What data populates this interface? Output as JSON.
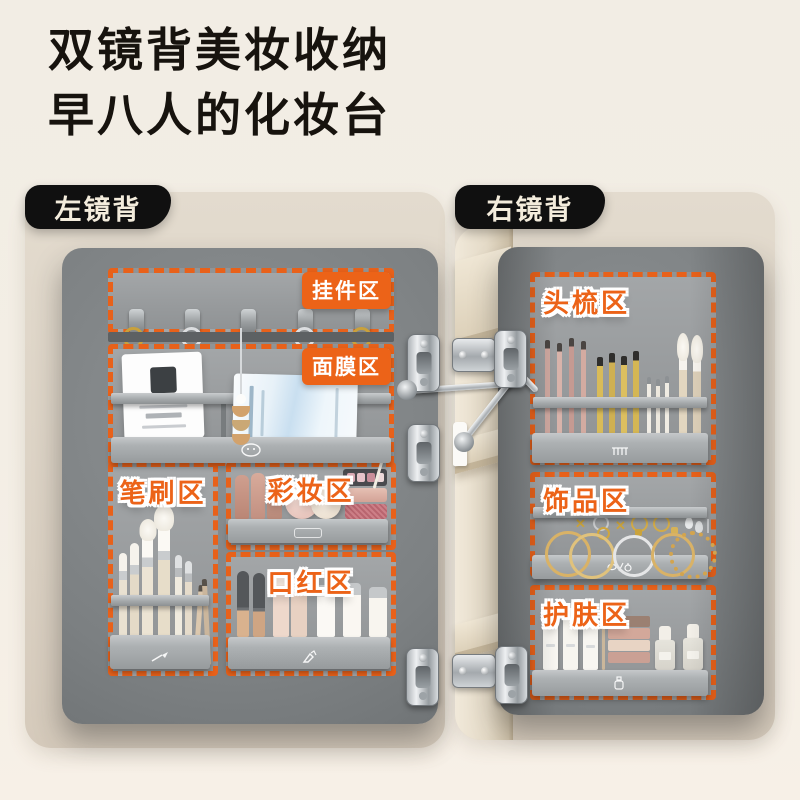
{
  "title": {
    "line1": "双镜背美妆收纳",
    "line2": "早八人的化妆台"
  },
  "left_panel": {
    "badge": "左镜背",
    "zones": {
      "hooks": {
        "label": "挂件区"
      },
      "mask": {
        "label": "面膜区"
      },
      "brush": {
        "label": "笔刷区"
      },
      "makeup": {
        "label": "彩妆区"
      },
      "lipstick": {
        "label": "口红区"
      }
    }
  },
  "right_panel": {
    "badge": "右镜背",
    "zones": {
      "comb": {
        "label": "头梳区"
      },
      "jewelry": {
        "label": "饰品区"
      },
      "skincare": {
        "label": "护肤区"
      }
    }
  },
  "icons": {
    "mask_shelf": "face-mask-icon",
    "brush_shelf": "makeup-brush-icon",
    "lipstick_shelf": "lipstick-icon",
    "comb_shelf": "comb-icon",
    "jewelry_shelf": "jewelry-icon",
    "skincare_shelf": "skincare-bottle-icon"
  },
  "colors": {
    "background": "#f3eee5",
    "panel_beige": "#dcd3c5",
    "door_gray": "#7c8082",
    "zone_gray": "#9a9da0",
    "accent_orange": "#e8611a",
    "badge_black": "#101010",
    "badge_text": "#f3ecdc",
    "shelf_gray": "#adb1b3"
  }
}
